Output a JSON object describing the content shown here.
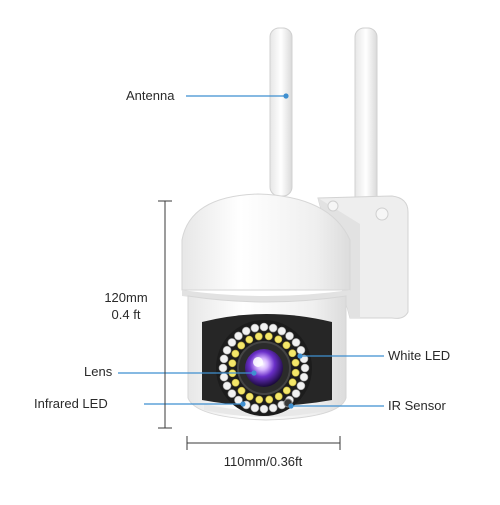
{
  "labels": {
    "antenna": "Antenna",
    "height_mm": "120mm",
    "height_ft": "0.4 ft",
    "lens": "Lens",
    "infrared_led": "Infrared LED",
    "white_led": "White LED",
    "ir_sensor": "IR Sensor",
    "width": "110mm/0.36ft"
  },
  "colors": {
    "pointer": "#3f8fd0",
    "dimension": "#3a3a3a",
    "body": "#f4f4f4",
    "white_led": "#f4e76a",
    "lens_ring": "#7a5bd6"
  }
}
